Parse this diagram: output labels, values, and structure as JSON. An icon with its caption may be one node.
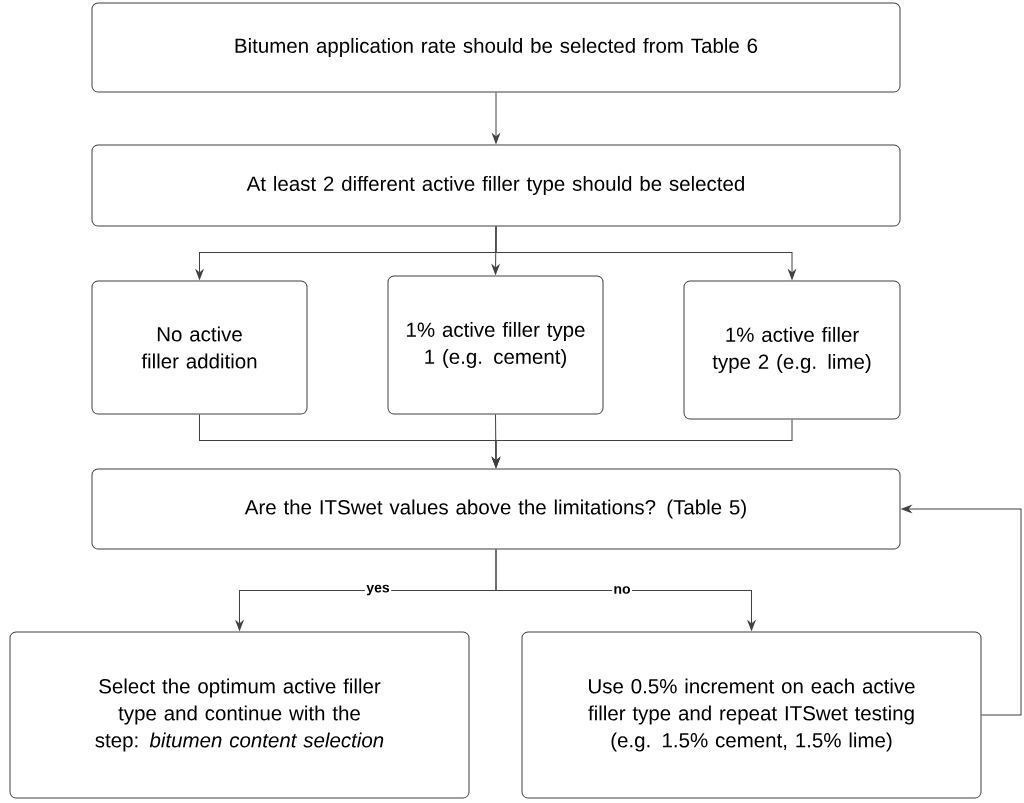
{
  "diagram": {
    "nodes": [
      {
        "text": [
          "Bitumen application rate should be selected from Table 6"
        ]
      },
      {
        "text": [
          "At least 2 different active filler type should be selected"
        ]
      },
      {
        "text": [
          "No active filler addition"
        ]
      },
      {
        "text": [
          "1% active filler type 1 (e.g. cement)"
        ]
      },
      {
        "text": [
          "1% active filler type 2 (e.g. lime)"
        ]
      },
      {
        "text": [
          "Are the ITSwet values above the limitations? (Table 5)"
        ]
      },
      {
        "text": [
          "Select the optimum active filler type and continue with the step: *bitumen content selection*"
        ]
      },
      {
        "text": [
          "Use 0.5% increment on each active filler type and repeat ITSwet testing (e.g. 1.5% cement, 1.5% lime)"
        ]
      }
    ],
    "edges": [
      {
        "from": 0,
        "to": 1,
        "arrow": "to"
      },
      {
        "from": 1,
        "to": 2,
        "arrow": "to"
      },
      {
        "from": 1,
        "to": 3,
        "arrow": "to"
      },
      {
        "from": 1,
        "to": 4,
        "arrow": "to"
      },
      {
        "from": 2,
        "to": 5,
        "arrow": "to"
      },
      {
        "from": 3,
        "to": 5,
        "arrow": "to"
      },
      {
        "from": 4,
        "to": 5,
        "arrow": "to"
      },
      {
        "from": 5,
        "to": 6,
        "arrow": "to",
        "label": "yes"
      },
      {
        "from": 5,
        "to": 7,
        "arrow": "to",
        "label": "no"
      },
      {
        "from": 7,
        "to": 5,
        "arrow": "to"
      }
    ]
  }
}
